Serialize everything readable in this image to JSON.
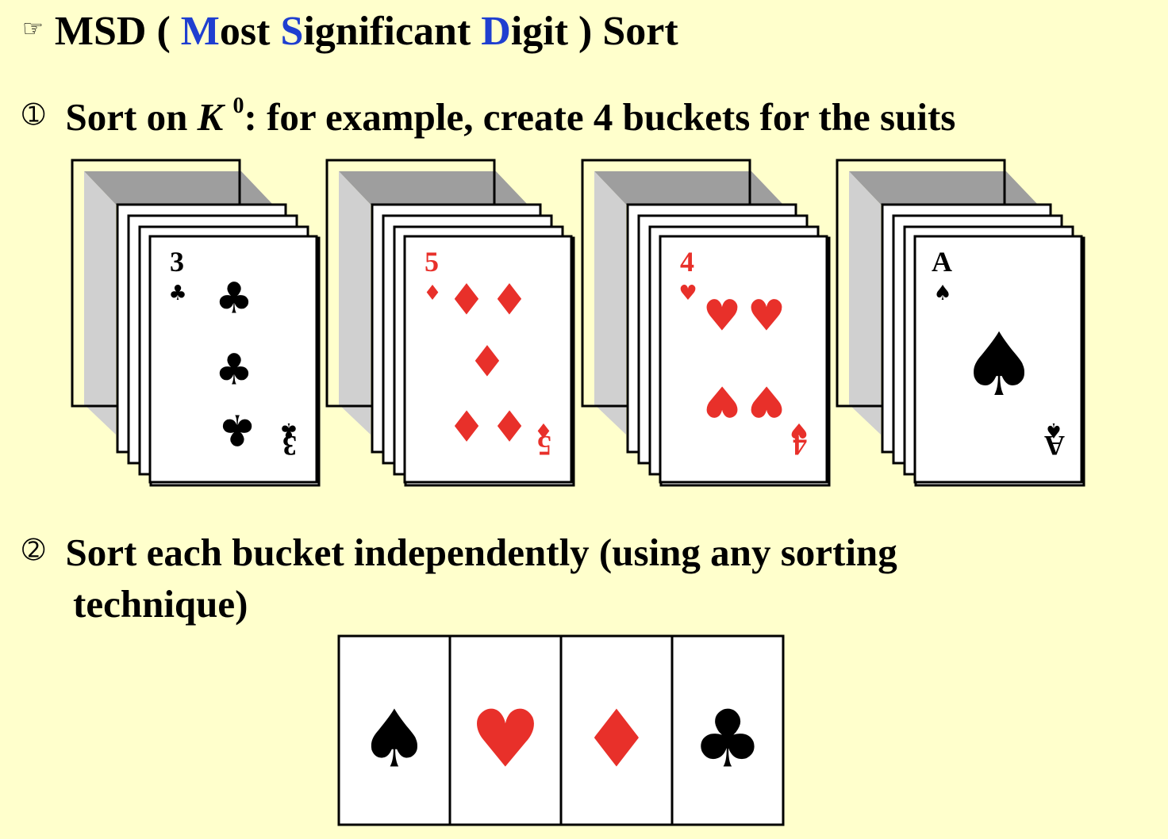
{
  "title": {
    "icon": "pointing-hand-icon",
    "lead": "MSD ( ",
    "m_letter": "M",
    "m_rest": "ost ",
    "s_letter": "S",
    "s_rest": "ignificant ",
    "d_letter": "D",
    "d_rest": "igit ) Sort",
    "highlight_color": "#1f3fd0"
  },
  "step1": {
    "number": "➀",
    "prefix": "Sort on ",
    "key": "K",
    "superscript": "0",
    "suffix": ":  for example, create 4 buckets for the suits"
  },
  "buckets": [
    {
      "rank": "3",
      "suit": "clubs",
      "symbol": "♣",
      "color": "#000000"
    },
    {
      "rank": "5",
      "suit": "diamonds",
      "symbol": "♦",
      "color": "#e8302a"
    },
    {
      "rank": "4",
      "suit": "hearts",
      "symbol": "♥",
      "color": "#e8302a"
    },
    {
      "rank": "A",
      "suit": "spades",
      "symbol": "♠",
      "color": "#000000"
    }
  ],
  "step2": {
    "number": "➁",
    "line1": "Sort each bucket independently (using any sorting",
    "line2": "technique)"
  },
  "sorted_suits": [
    {
      "suit": "spades",
      "symbol": "♠",
      "color": "#000000"
    },
    {
      "suit": "hearts",
      "symbol": "♥",
      "color": "#e8302a"
    },
    {
      "suit": "diamonds",
      "symbol": "♦",
      "color": "#e8302a"
    },
    {
      "suit": "clubs",
      "symbol": "♣",
      "color": "#000000"
    }
  ]
}
